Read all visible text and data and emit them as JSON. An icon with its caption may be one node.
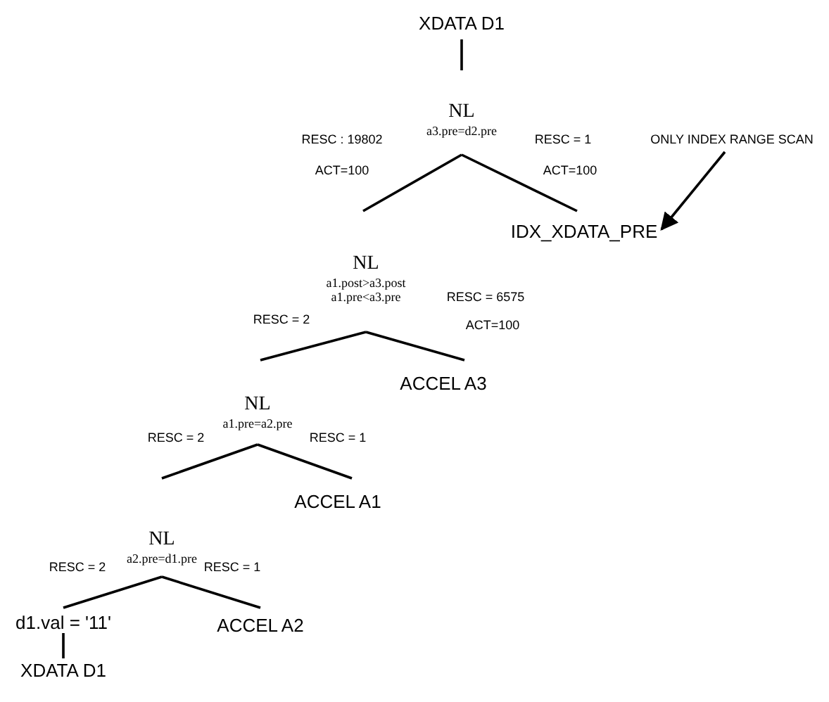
{
  "diagram": {
    "nodes": [
      {
        "text": [
          "XDATA D1"
        ]
      },
      {
        "text": [
          "NL",
          "a3.pre=d2.pre"
        ]
      },
      {
        "text": [
          "NL",
          "a1.post>a3.post a1.pre<a3.pre"
        ]
      },
      {
        "text": [
          "IDX_XDATA_PRE"
        ]
      },
      {
        "text": [
          "NL",
          "a1.pre=a2.pre"
        ]
      },
      {
        "text": [
          "ACCEL A3"
        ]
      },
      {
        "text": [
          "NL",
          "a2.pre=d1.pre"
        ]
      },
      {
        "text": [
          "ACCEL A1"
        ]
      },
      {
        "text": [
          "d1.val = '11'"
        ]
      },
      {
        "text": [
          "ACCEL A2"
        ]
      },
      {
        "text": [
          "XDATA D1"
        ]
      },
      {
        "text": [
          "ONLY INDEX RANGE SCAN"
        ]
      }
    ],
    "edges": [
      {
        "from": 0,
        "to": 1,
        "arrow": "none"
      },
      {
        "from": 1,
        "to": 2,
        "arrow": "none",
        "label": "RESC : 19802"
      },
      {
        "from": 1,
        "to": 3,
        "arrow": "none",
        "label": "RESC = 1"
      },
      {
        "from": 2,
        "to": 4,
        "arrow": "none",
        "label": "RESC = 2"
      },
      {
        "from": 2,
        "to": 5,
        "arrow": "none",
        "label": "RESC = 6575"
      },
      {
        "from": 4,
        "to": 6,
        "arrow": "none",
        "label": "RESC = 2"
      },
      {
        "from": 4,
        "to": 7,
        "arrow": "none",
        "label": "RESC = 1"
      },
      {
        "from": 6,
        "to": 8,
        "arrow": "none",
        "label": "RESC = 2"
      },
      {
        "from": 6,
        "to": 9,
        "arrow": "none",
        "label": "RESC = 1"
      },
      {
        "from": 8,
        "to": 10,
        "arrow": "none"
      },
      {
        "from": 11,
        "to": 3,
        "arrow": "to"
      }
    ],
    "labels": [
      "ACT=100",
      "ACT=100",
      "ACT=100"
    ]
  }
}
